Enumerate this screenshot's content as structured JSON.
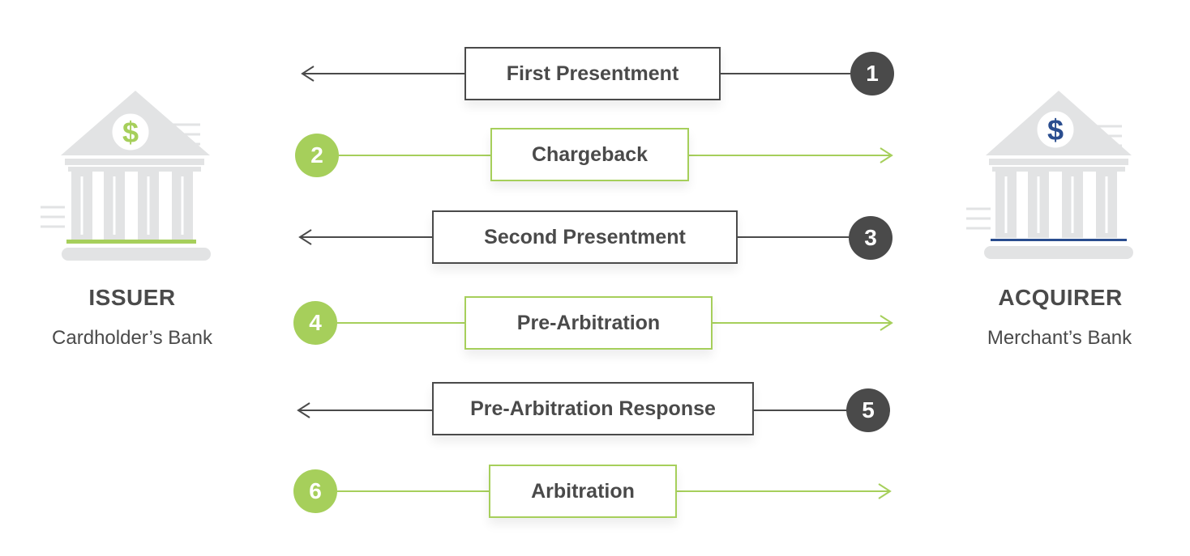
{
  "issuer": {
    "title": "ISSUER",
    "subtitle": "Cardholder’s Bank",
    "icon": "bank-icon",
    "accent": "#a6cf5b"
  },
  "acquirer": {
    "title": "ACQUIRER",
    "subtitle": "Merchant’s Bank",
    "icon": "bank-icon",
    "accent": "#2a4d8f"
  },
  "colors": {
    "dark": "#4a4a4a",
    "green": "#a6cf5b",
    "bank_gray": "#e2e3e4"
  },
  "steps": [
    {
      "number": "1",
      "label": "First Presentment",
      "direction": "to-issuer"
    },
    {
      "number": "2",
      "label": "Chargeback",
      "direction": "to-acquirer"
    },
    {
      "number": "3",
      "label": "Second Presentment",
      "direction": "to-issuer"
    },
    {
      "number": "4",
      "label": "Pre-Arbitration",
      "direction": "to-acquirer"
    },
    {
      "number": "5",
      "label": "Pre-Arbitration Response",
      "direction": "to-issuer"
    },
    {
      "number": "6",
      "label": "Arbitration",
      "direction": "to-acquirer"
    }
  ]
}
